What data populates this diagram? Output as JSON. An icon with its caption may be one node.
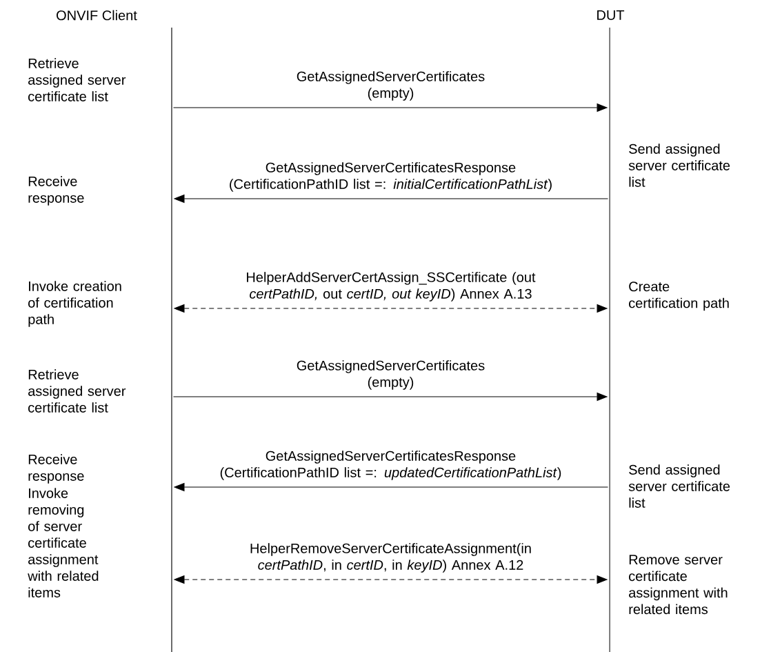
{
  "diagram": {
    "nodes": [
      {
        "text": [
          "ONVIF Client"
        ]
      },
      {
        "text": [
          "DUT"
        ]
      }
    ],
    "edges": [
      {
        "from": 0,
        "to": 1,
        "arrow": "to",
        "label": "GetAssignedServerCertificates (empty)"
      },
      {
        "from": 1,
        "to": 0,
        "arrow": "to",
        "label": "GetAssignedServerCertificatesResponse (CertificationPathID list =: *initialCertificationPathList*)"
      },
      {
        "from": 0,
        "to": 1,
        "arrow": "both",
        "style": "dashed",
        "label": "HelperAddServerCertAssign_SSCertificate (out *certPathID,* out *certID, out keyID*) Annex A.13"
      },
      {
        "from": 0,
        "to": 1,
        "arrow": "to",
        "label": "GetAssignedServerCertificates (empty)"
      },
      {
        "from": 1,
        "to": 0,
        "arrow": "to",
        "label": "GetAssignedServerCertificatesResponse (CertificationPathID list =: *updatedCertificationPathList*)"
      },
      {
        "from": 0,
        "to": 1,
        "arrow": "both",
        "style": "dashed",
        "label": "HelperRemoveServerCertificateAssignment(in *certPathID*, in *certID*, in *keyID*) Annex A.12"
      }
    ],
    "labels": [
      "Retrieve assigned server certificate list",
      "Send assigned server certificate list",
      "Receive response",
      "Invoke creation of certification path",
      "Create certification path",
      "Retrieve assigned server certificate list",
      "Send assigned server certificate list",
      "Receive response",
      "Invoke removing of server certificate assignment with related items",
      "Remove server certificate assignment with related items"
    ]
  }
}
